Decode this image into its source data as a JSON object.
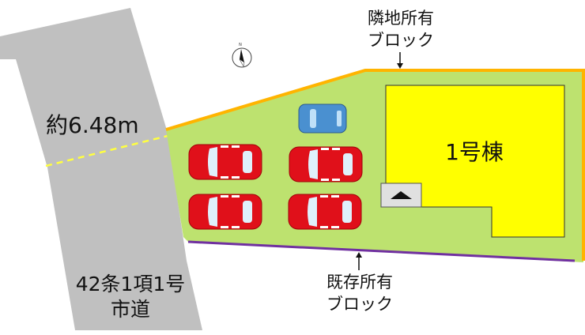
{
  "road": {
    "width_label": "約6.48m",
    "type_label": "42条1項1号",
    "name_label": "市道"
  },
  "building": {
    "label": "1号棟"
  },
  "north_block": {
    "line1": "隣地所有",
    "line2": "ブロック"
  },
  "south_block": {
    "line1": "既存所有",
    "line2": "ブロック"
  },
  "compass": {
    "letter": "N"
  },
  "colors": {
    "road": "#c0c0c0",
    "lot": "#bde26f",
    "building": "#ffff00",
    "north_border": "#ffb400",
    "south_border": "#7030a0",
    "car_red": "#e0101a",
    "car_blue": "#4a90d0",
    "road_width_line": "#ffff40"
  },
  "parking": {
    "red_cars": 4,
    "blue_cars": 1
  }
}
